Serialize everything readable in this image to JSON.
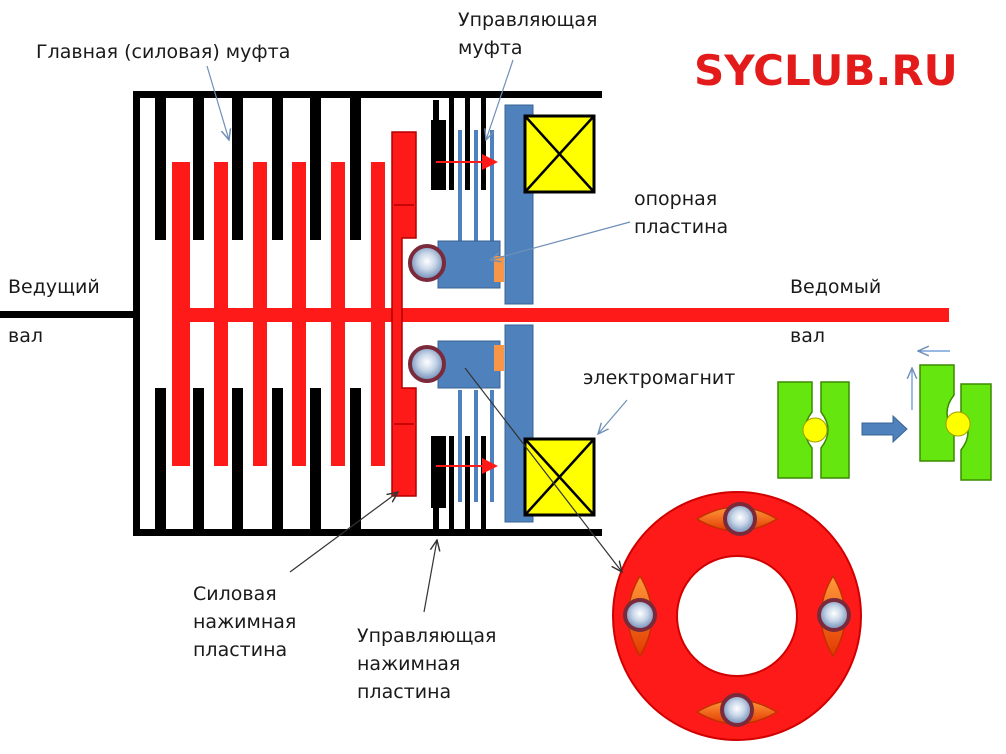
{
  "watermark": "SYCLUB.RU",
  "labels": {
    "main_clutch": "Главная (силовая) муфта",
    "control_clutch_1": "Управляющая",
    "control_clutch_2": "муфта",
    "driving_shaft_1": "Ведущий",
    "driving_shaft_2": "вал",
    "driven_shaft_1": "Ведомый",
    "driven_shaft_2": "вал",
    "support_plate_1": "опорная",
    "support_plate_2": "пластина",
    "electromagnet": "электромагнит",
    "power_plate_1": "Силовая",
    "power_plate_2": "нажимная",
    "power_plate_3": "пластина",
    "control_plate_1": "Управляющая",
    "control_plate_2": "нажимная",
    "control_plate_3": "пластина"
  },
  "colors": {
    "red": "#ff1a1a",
    "dark_red": "#cc0000",
    "black": "#000000",
    "steel_blue": "#4f81bd",
    "coil_yellow": "#ffff00",
    "green": "#66e60f",
    "orange": "#f79646",
    "arrow_blue": "#5b8fd3"
  }
}
